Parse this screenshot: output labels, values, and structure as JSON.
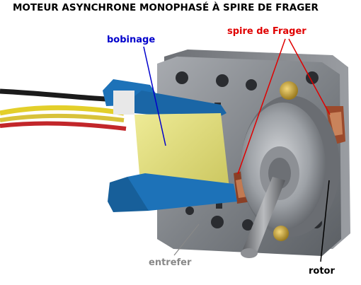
{
  "title": "MOTEUR ASYNCHRONE MONOPHASÉ À SPIRE DE FRAGER",
  "labels": {
    "bobinage": "bobinage",
    "spire": "spire de Frager",
    "entrefer": "entrefer",
    "rotor": "rotor"
  },
  "colors": {
    "bobinage": "#0000cc",
    "spire": "#e00000",
    "entrefer": "#888888",
    "rotor": "#000000",
    "coil_bobbin": "#1d72b8",
    "coil_tape": "#e6e27a",
    "stator_plate": "#8a8d92"
  }
}
